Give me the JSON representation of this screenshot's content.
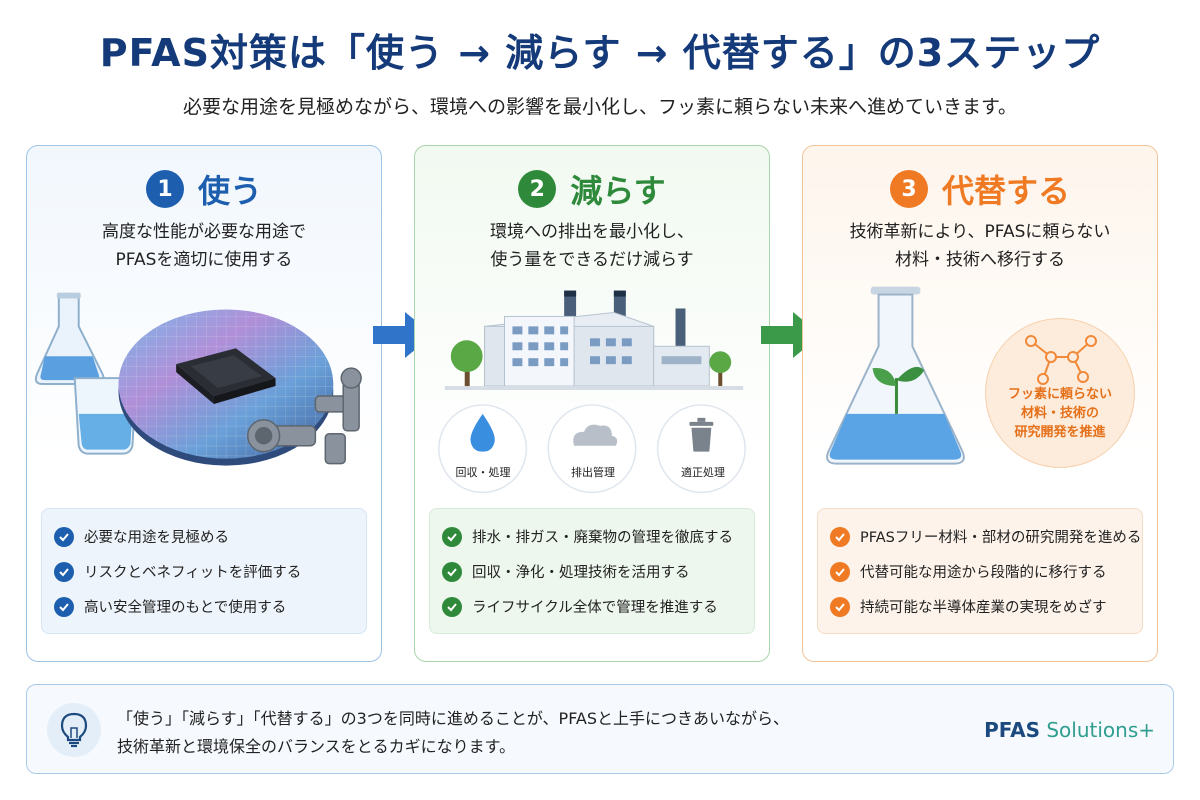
{
  "header": {
    "title": "PFAS対策は「使う → 減らす → 代替する」の3ステップ",
    "subtitle": "必要な用途を見極めながら、環境への影響を最小化し、フッ素に頼らない未来へ進めていきます。"
  },
  "steps": [
    {
      "number": "1",
      "title": "使う",
      "desc": [
        "高度な性能が必要な用途で",
        "PFASを適切に使用する"
      ],
      "checks": [
        "必要な用途を見極める",
        "リスクとベネフィットを評価する",
        "高い安全管理のもとで使用する"
      ],
      "color": "#1d5fae"
    },
    {
      "number": "2",
      "title": "減らす",
      "desc": [
        "環境への排出を最小化し、",
        "使う量をできるだけ減らす"
      ],
      "icons": [
        "回収・処理",
        "排出管理",
        "適正処理"
      ],
      "checks": [
        "排水・排ガス・廃棄物の管理を徹底する",
        "回収・浄化・処理技術を活用する",
        "ライフサイクル全体で管理を推進する"
      ],
      "color": "#2e8a3a"
    },
    {
      "number": "3",
      "title": "代替する",
      "desc": [
        "技術革新により、PFASに頼らない",
        "材料・技術へ移行する"
      ],
      "bubble": [
        "フッ素に頼らない",
        "材料・技術の",
        "研究開発を推進"
      ],
      "checks": [
        "PFASフリー材料・部材の研究開発を進める",
        "代替可能な用途から段階的に移行する",
        "持続可能な半導体産業の実現をめざす"
      ],
      "color": "#ef7a23"
    }
  ],
  "footer": {
    "lines": [
      "「使う」「減らす」「代替する」の3つを同時に進めることが、PFASと上手につきあいながら、",
      "技術革新と環境保全のバランスをとるカギになります。"
    ],
    "brand_main": "PFAS",
    "brand_sub": "Solutions+"
  }
}
